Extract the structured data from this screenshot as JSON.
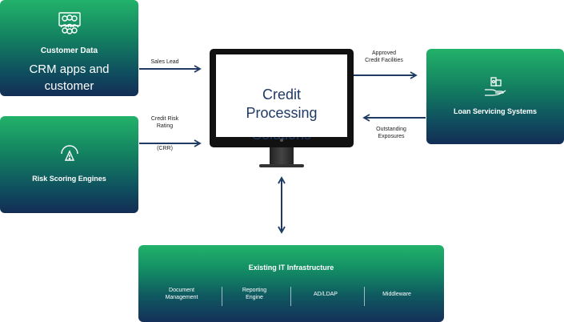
{
  "customer_box": {
    "title": "Customer Data",
    "line1": "CRM apps and",
    "line2": "customer",
    "icon": "people-group-icon"
  },
  "risk_box": {
    "title": "Risk Scoring Engines",
    "icon": "gauge-warning-icon"
  },
  "loan_box": {
    "title": "Loan Servicing Systems",
    "icon": "hand-money-icon"
  },
  "center": {
    "line1": "Credit",
    "line2": "Processing",
    "line3": "Solutions"
  },
  "arrows": {
    "sales_lead": "Sales Lead",
    "credit_risk_1": "Credit Risk",
    "credit_risk_2": "Rating",
    "crr": "(CRR)",
    "approved_1": "Approved",
    "approved_2": "Credit Facilities",
    "outstanding_1": "Outstanding",
    "outstanding_2": "Exposures"
  },
  "infra": {
    "title": "Existing IT Infrastructure",
    "items": [
      {
        "line1": "Document",
        "line2": "Management"
      },
      {
        "line1": "Reporting",
        "line2": "Engine"
      },
      {
        "line1": "AD/LDAP",
        "line2": ""
      },
      {
        "line1": "Middleware",
        "line2": ""
      }
    ]
  },
  "colors": {
    "arrow": "#1f3a64",
    "box_top": "#22b26a",
    "box_bottom": "#132d55",
    "screen_text": "#1f3a64"
  }
}
